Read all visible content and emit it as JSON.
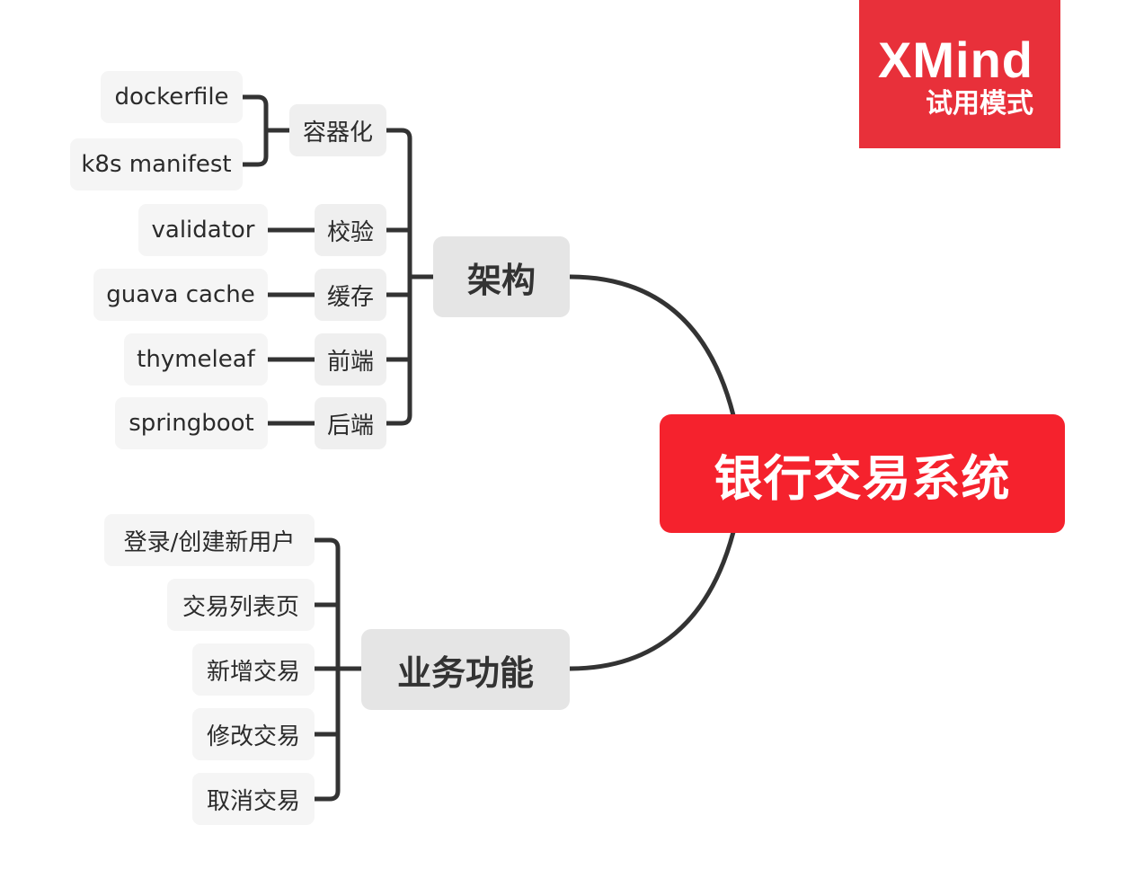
{
  "root": {
    "label": "银行交易系统",
    "color": "#f5222d"
  },
  "watermark": {
    "brand": "XMind",
    "mode": "试用模式",
    "color": "#e8303a"
  },
  "branches": {
    "architecture": {
      "label": "架构",
      "children": [
        {
          "label": "容器化",
          "children": [
            "dockerfile",
            "k8s manifest"
          ]
        },
        {
          "label": "校验",
          "children": [
            "validator"
          ]
        },
        {
          "label": "缓存",
          "children": [
            "guava cache"
          ]
        },
        {
          "label": "前端",
          "children": [
            "thymeleaf"
          ]
        },
        {
          "label": "后端",
          "children": [
            "springboot"
          ]
        }
      ]
    },
    "business": {
      "label": "业务功能",
      "children": [
        "登录/创建新用户",
        "交易列表页",
        "新增交易",
        "修改交易",
        "取消交易"
      ]
    }
  },
  "line_color": "#333333"
}
